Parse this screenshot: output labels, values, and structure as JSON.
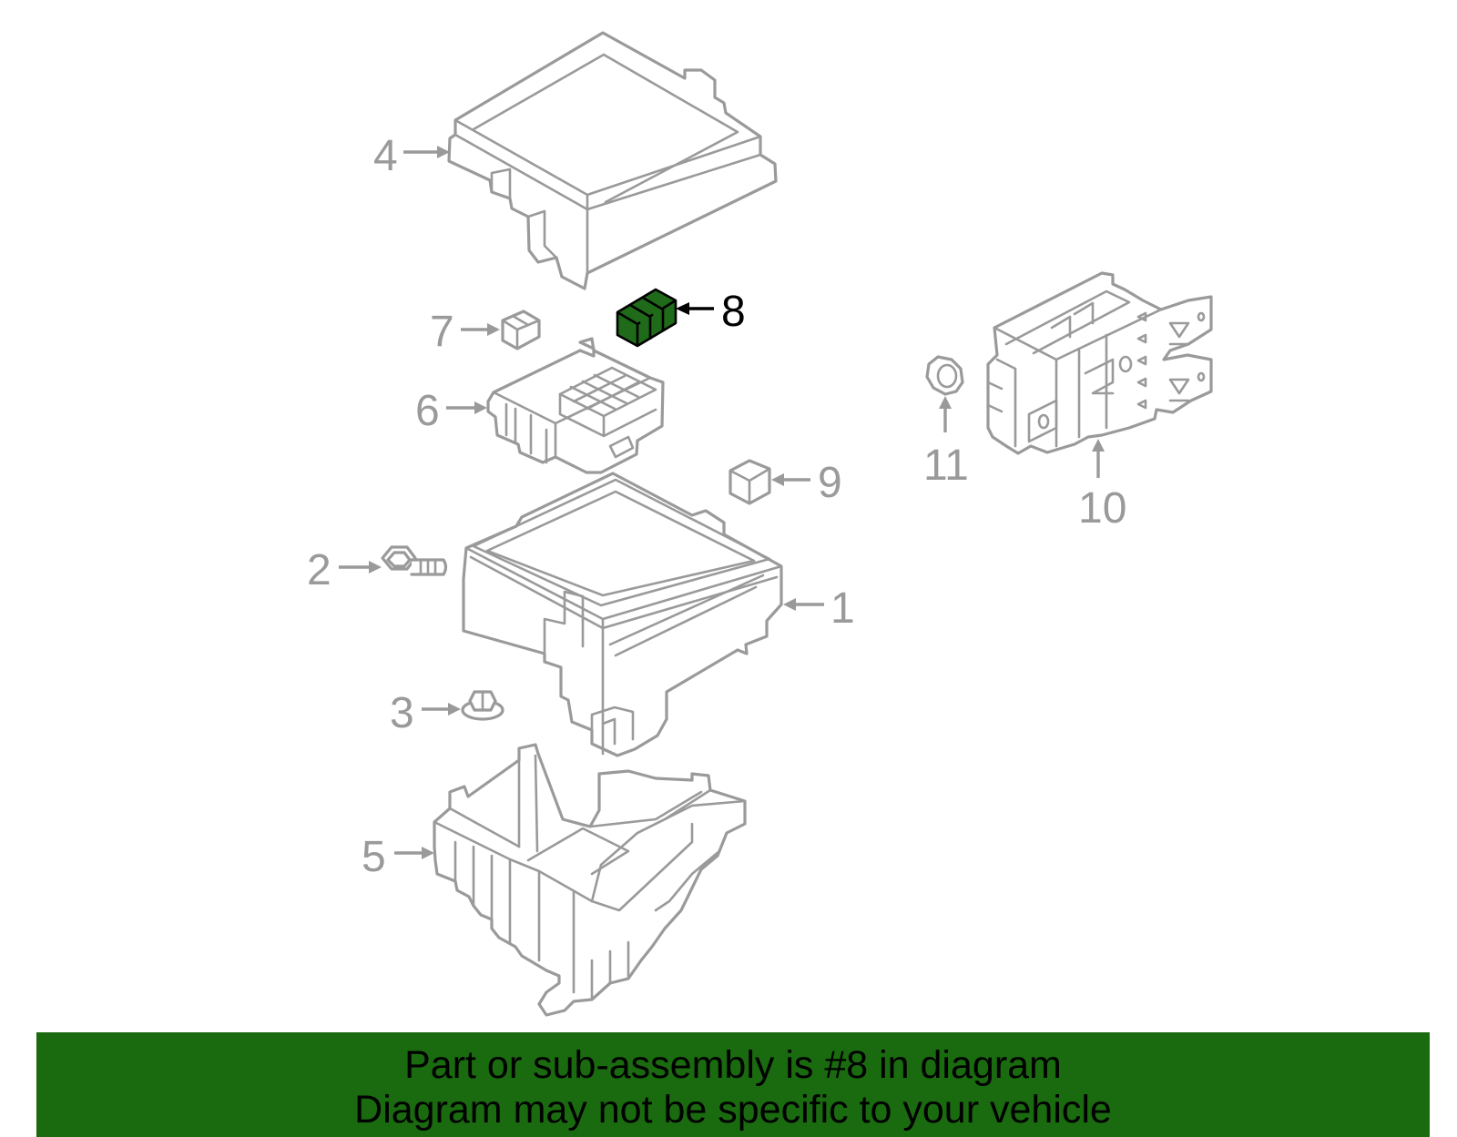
{
  "diagram": {
    "highlighted_part": "8",
    "highlight_color": "#1f6b1a",
    "line_color": "#9a9a9a",
    "callouts": [
      "1",
      "2",
      "3",
      "4",
      "5",
      "6",
      "7",
      "8",
      "9",
      "10",
      "11"
    ]
  },
  "banner": {
    "background": "#1a6a0f",
    "line1": "Part or sub-assembly is #8 in diagram",
    "line2": "Diagram may not be specific to your vehicle"
  }
}
